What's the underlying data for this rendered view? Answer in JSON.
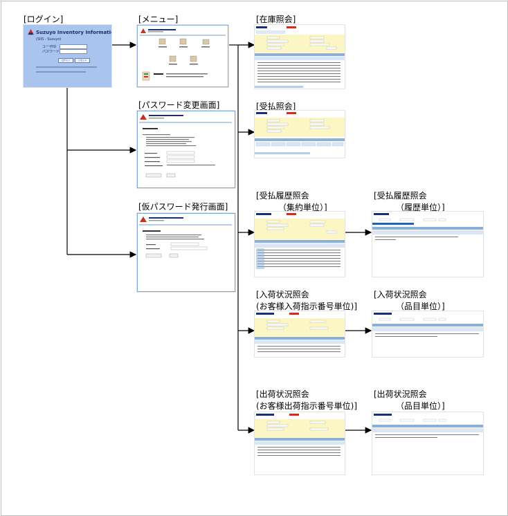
{
  "nodes": {
    "login": {
      "label": "[ログイン]",
      "system_title": "Suzuyo Inventory Information System",
      "subtitle": "(SIIS - Suzuyo)",
      "user_label": "ユーザID",
      "pass_label": "パスワード",
      "login_btn": "ログイン",
      "cancel_btn": "リセット"
    },
    "menu": {
      "label": "[メニュー]"
    },
    "password_change": {
      "label": "[パスワード変更画面]"
    },
    "temp_password": {
      "label": "[仮パスワード発行画面]"
    },
    "stock_inquiry": {
      "label": "[在庫照会]"
    },
    "receipt_payment": {
      "label": "[受払照会]"
    },
    "history_summary": {
      "label_line1": "[受払履歴照会",
      "label_line2": "（集約単位）]"
    },
    "history_detail": {
      "label_line1": "[受払履歴照会",
      "label_line2": "（履歴単位）]"
    },
    "arrival_order": {
      "label_line1": "[入荷状況照会",
      "label_line2": "(お客様入荷指示番号単位)]"
    },
    "arrival_item": {
      "label_line1": "[入荷状況照会",
      "label_line2": "（品目単位）]"
    },
    "shipment_order": {
      "label_line1": "[出荷状況照会",
      "label_line2": "(お客様出荷指示番号単位)]"
    },
    "shipment_item": {
      "label_line1": "[出荷状況照会",
      "label_line2": "（品目単位）]"
    }
  },
  "colors": {
    "login_bg": "#a8c4ef",
    "arrow": "#000000",
    "screen_border": "#7fa7cf",
    "form_yellow": "#fbf6c4"
  }
}
